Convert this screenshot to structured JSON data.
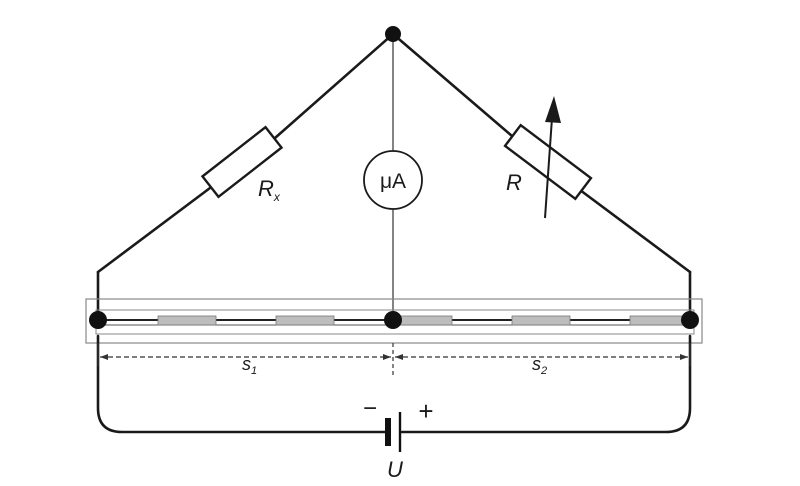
{
  "diagram": {
    "resistor_x": {
      "label": "R",
      "subscript": "x"
    },
    "resistor_var": {
      "label": "R"
    },
    "meter": {
      "label": "μA"
    },
    "segment_1": {
      "label": "s",
      "subscript": "1"
    },
    "segment_2": {
      "label": "s",
      "subscript": "2"
    },
    "battery": {
      "label": "U",
      "minus": "−",
      "plus": "+"
    }
  }
}
